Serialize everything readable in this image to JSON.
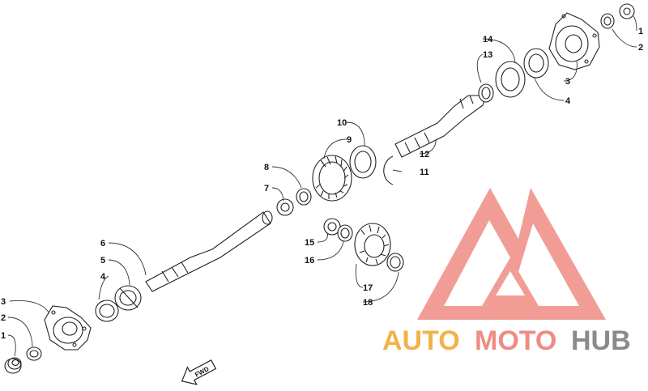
{
  "callouts": [
    {
      "id": "c1a",
      "label": "1"
    },
    {
      "id": "c2a",
      "label": "2"
    },
    {
      "id": "c3a",
      "label": "3"
    },
    {
      "id": "c4a",
      "label": "4"
    },
    {
      "id": "c5",
      "label": "5"
    },
    {
      "id": "c6",
      "label": "6"
    },
    {
      "id": "c7",
      "label": "7"
    },
    {
      "id": "c8",
      "label": "8"
    },
    {
      "id": "c9",
      "label": "9"
    },
    {
      "id": "c10",
      "label": "10"
    },
    {
      "id": "c11",
      "label": "11"
    },
    {
      "id": "c12",
      "label": "12"
    },
    {
      "id": "c13",
      "label": "13"
    },
    {
      "id": "c14",
      "label": "14"
    },
    {
      "id": "c15",
      "label": "15"
    },
    {
      "id": "c16",
      "label": "16"
    },
    {
      "id": "c17",
      "label": "17"
    },
    {
      "id": "c18",
      "label": "18"
    },
    {
      "id": "c3b",
      "label": "3"
    },
    {
      "id": "c4b",
      "label": "4"
    },
    {
      "id": "c1b",
      "label": "1"
    },
    {
      "id": "c2b",
      "label": "2"
    }
  ],
  "fwd_label": "FWD",
  "watermark": {
    "auto": "AUTO",
    "moto": "MOTO",
    "hub": "HUB",
    "colors": {
      "auto": "#f2b24a",
      "moto": "#ef8c84",
      "hub": "#8a8a8a",
      "logo": "#ef8c84"
    }
  }
}
